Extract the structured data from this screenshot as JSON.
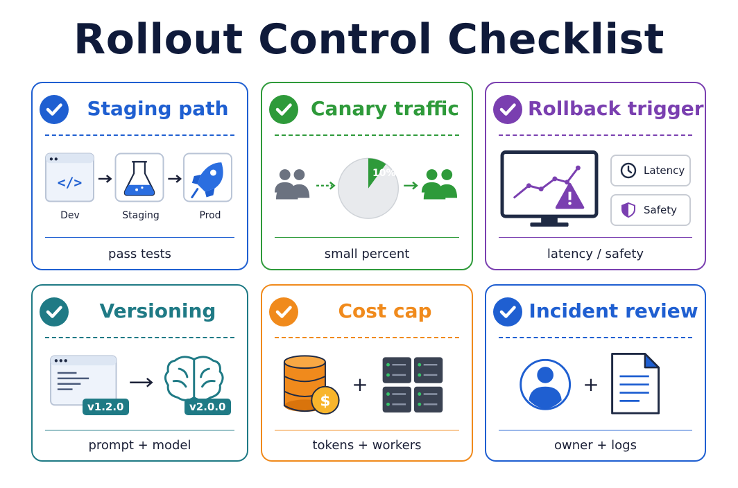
{
  "title": "Rollout Control Checklist",
  "colors": {
    "blue": "#1f5fd1",
    "green": "#2e9a3a",
    "purple": "#7a3fb0",
    "teal": "#1f7a85",
    "orange": "#f08a1c",
    "navy": "#0f1a3a"
  },
  "cards": {
    "staging": {
      "title": "Staging path",
      "steps": [
        "Dev",
        "Staging",
        "Prod"
      ],
      "caption": "pass tests"
    },
    "canary": {
      "title": "Canary traffic",
      "percent": "10%",
      "percent_value": 0.1,
      "caption": "small percent"
    },
    "rollback": {
      "title": "Rollback trigger",
      "signals": [
        "Latency",
        "Safety"
      ],
      "caption": "latency / safety"
    },
    "versioning": {
      "title": "Versioning",
      "prompt_version": "v1.2.0",
      "model_version": "v2.0.0",
      "caption": "prompt + model"
    },
    "cost": {
      "title": "Cost cap",
      "plus": "+",
      "caption": "tokens + workers"
    },
    "incident": {
      "title": "Incident review",
      "plus": "+",
      "caption": "owner + logs"
    }
  },
  "icons": [
    "check-icon",
    "code-window-icon",
    "flask-icon",
    "rocket-icon",
    "users-icon",
    "monitor-chart-icon",
    "warning-icon",
    "clock-icon",
    "shield-icon",
    "prompt-window-icon",
    "brain-icon",
    "coins-stack-icon",
    "dollar-icon",
    "server-grid-icon",
    "user-avatar-icon",
    "document-icon"
  ]
}
